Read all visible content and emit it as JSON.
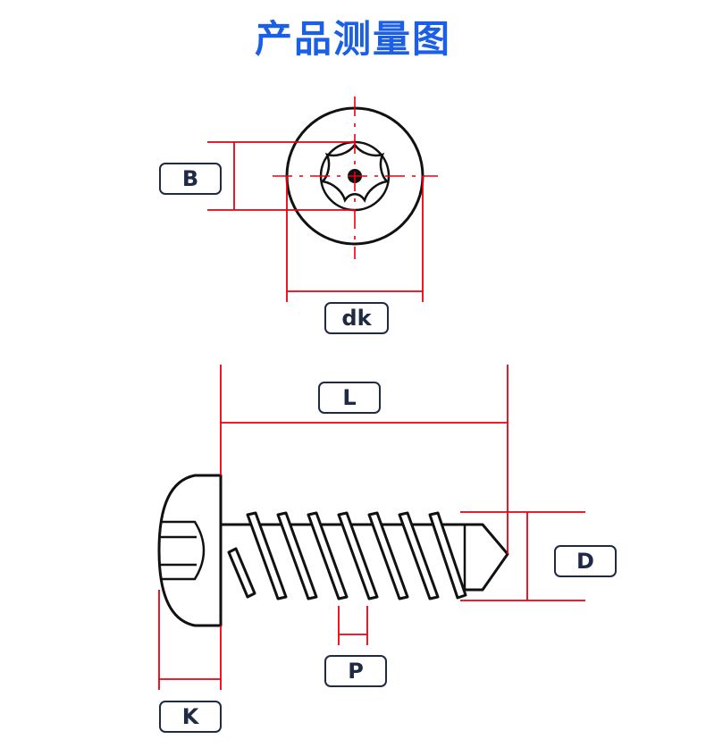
{
  "title": "产品测量图",
  "labels": {
    "b": "B",
    "dk": "dk",
    "l": "L",
    "d": "D",
    "p": "P",
    "k": "K"
  },
  "colors": {
    "title": "#1a5fe6",
    "dimension_lines": "#e60012",
    "outline": "#111111",
    "label_border": "#1f2a44"
  }
}
